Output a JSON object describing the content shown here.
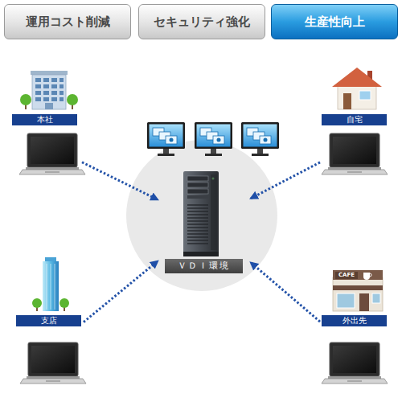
{
  "diagram": {
    "nodes": [
      {
        "text": [
          "運用コスト削減"
        ]
      },
      {
        "text": [
          "セキュリティ強化"
        ]
      },
      {
        "text": [
          "生産性向上"
        ]
      },
      {
        "text": [
          "本社"
        ]
      },
      {
        "text": [
          "自宅"
        ]
      },
      {
        "text": [
          "ＶＤＩ環境"
        ]
      },
      {
        "text": [
          "支店"
        ]
      },
      {
        "text": [
          "外出先"
        ]
      }
    ],
    "edges": [
      {
        "from": 3,
        "to": 5,
        "arrow": "to"
      },
      {
        "from": 4,
        "to": 5,
        "arrow": "to"
      },
      {
        "from": 6,
        "to": 5,
        "arrow": "to"
      },
      {
        "from": 7,
        "to": 5,
        "arrow": "to"
      }
    ],
    "labels": [
      "CAFE"
    ]
  }
}
